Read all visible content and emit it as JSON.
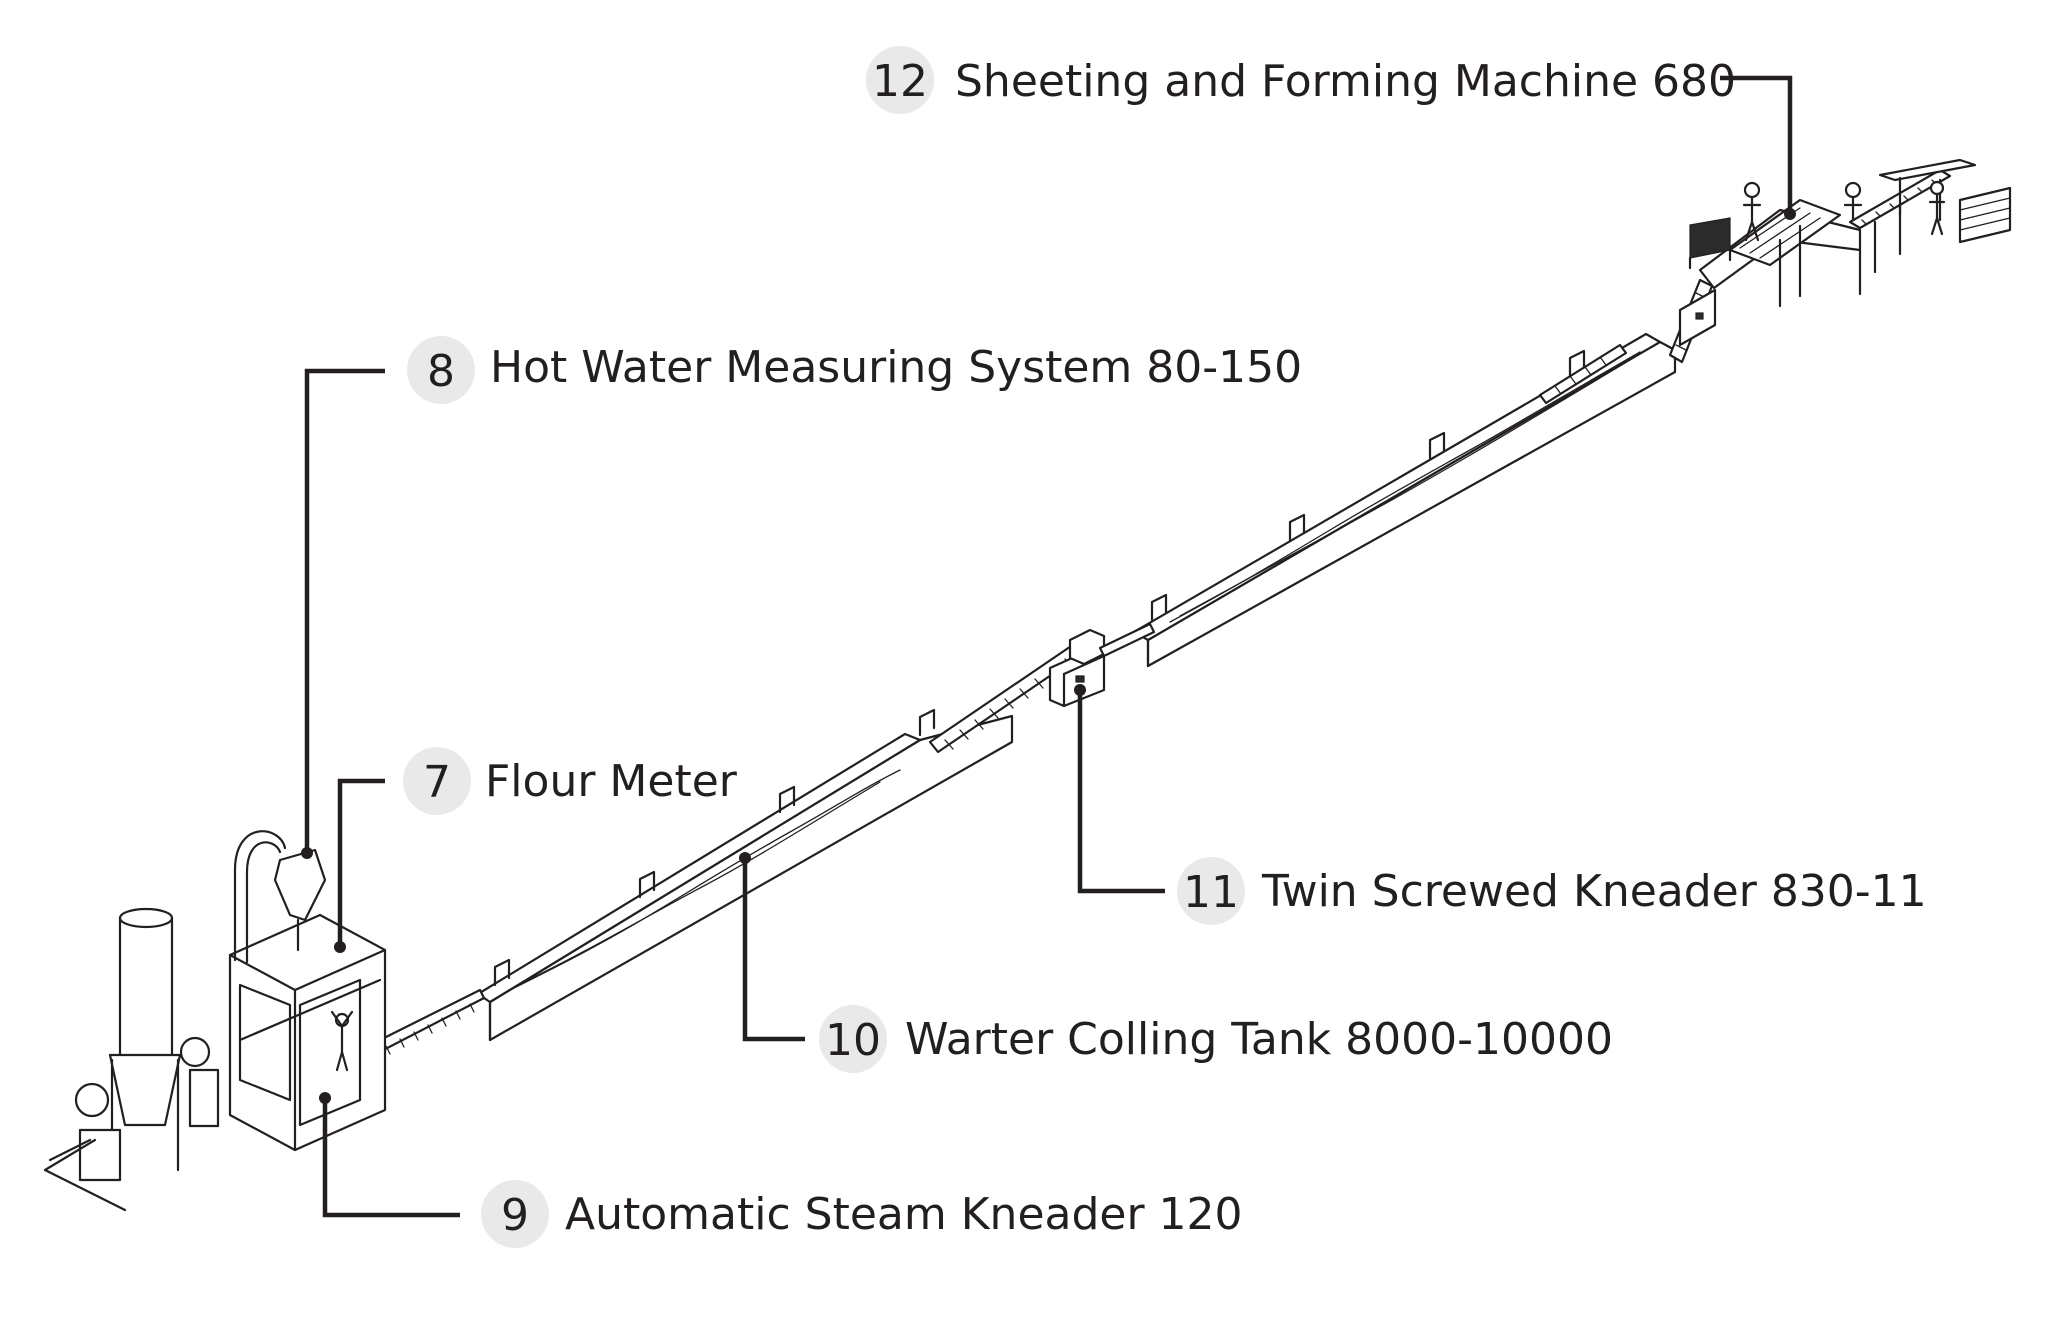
{
  "diagram": {
    "callouts": [
      {
        "id": "c12",
        "number": "12",
        "label": "Sheeting and Forming Machine 680"
      },
      {
        "id": "c8",
        "number": "8",
        "label": "Hot Water Measuring System 80-150"
      },
      {
        "id": "c7",
        "number": "7",
        "label": "Flour Meter"
      },
      {
        "id": "c11",
        "number": "11",
        "label": "Twin Screwed Kneader 830-11"
      },
      {
        "id": "c10",
        "number": "10",
        "label": "Warter Colling Tank 8000-10000"
      },
      {
        "id": "c9",
        "number": "9",
        "label": "Automatic Steam Kneader 120"
      }
    ],
    "colors": {
      "line": "#231f20",
      "badge": "#e9e9e9",
      "background": "#ffffff"
    }
  }
}
